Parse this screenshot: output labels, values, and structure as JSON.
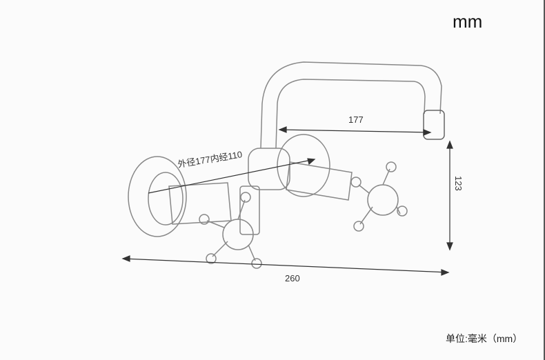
{
  "unit_title": "mm",
  "dimensions": {
    "spout_reach": "177",
    "spout_height": "123",
    "overall_width": "260",
    "diameter_note": "外径177内经110"
  },
  "footer_unit": "单位:毫米（mm）"
}
